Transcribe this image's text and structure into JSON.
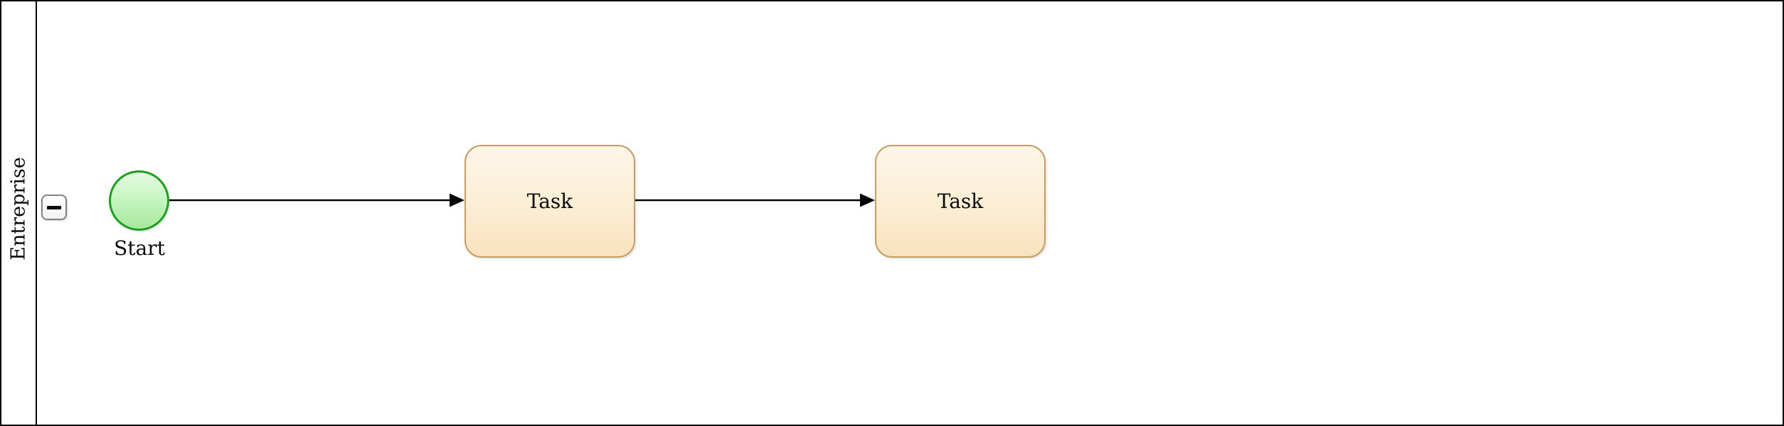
{
  "diagram": {
    "kind": "bpmn-process",
    "pool": {
      "label": "Entreprise",
      "collapse_icon": "minus",
      "collapsed": false
    },
    "nodes": [
      {
        "id": "start-event",
        "kind": "start-event",
        "label": "Start"
      },
      {
        "id": "task-1",
        "kind": "task",
        "label": "Task"
      },
      {
        "id": "task-2",
        "kind": "task",
        "label": "Task"
      }
    ],
    "edges": [
      {
        "from": "start-event",
        "to": "task-1",
        "kind": "sequence-flow"
      },
      {
        "from": "task-1",
        "to": "task-2",
        "kind": "sequence-flow"
      }
    ],
    "colors": {
      "pool_stroke": "#000000",
      "start_event_stroke": "#1f9d1f",
      "start_event_fill_top": "#e4fbe1",
      "start_event_fill_bottom": "#a5e99d",
      "task_stroke": "#c49d65",
      "task_fill_top": "#fdf6e8",
      "task_fill_bottom": "#f9e2bf",
      "connector": "#050505",
      "collapse_button_border": "#828282"
    }
  }
}
